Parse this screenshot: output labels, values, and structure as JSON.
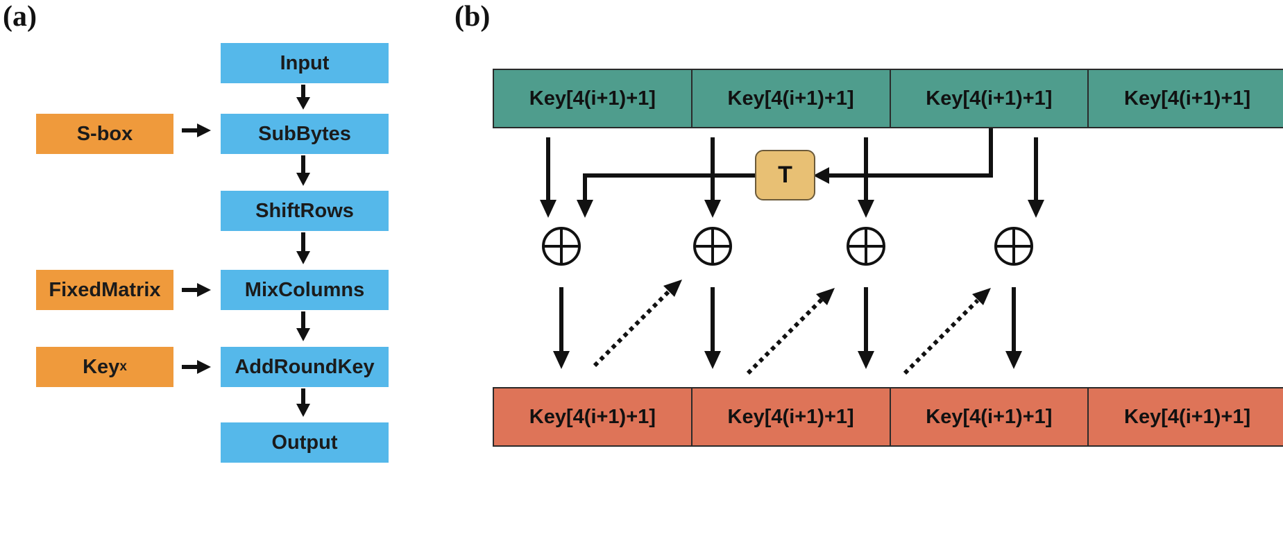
{
  "panel_a": {
    "label": "(a)",
    "flow": [
      "Input",
      "SubBytes",
      "ShiftRows",
      "MixColumns",
      "AddRoundKey",
      "Output"
    ],
    "inputs": {
      "sbox": "S-box",
      "fixed_matrix": "FixedMatrix",
      "key_base": "Key",
      "key_sub": "x"
    }
  },
  "panel_b": {
    "label": "(b)",
    "top_keys": [
      "Key[4(i+1)+1]",
      "Key[4(i+1)+1]",
      "Key[4(i+1)+1]",
      "Key[4(i+1)+1]"
    ],
    "bottom_keys": [
      "Key[4(i+1)+1]",
      "Key[4(i+1)+1]",
      "Key[4(i+1)+1]",
      "Key[4(i+1)+1]"
    ],
    "transform": "T",
    "xor_symbol": "⊕"
  },
  "colors": {
    "blue": "#55b8ea",
    "orange": "#ef9a3c",
    "green": "#4f9d8d",
    "salmon": "#de7458",
    "transform": "#e8c074"
  }
}
